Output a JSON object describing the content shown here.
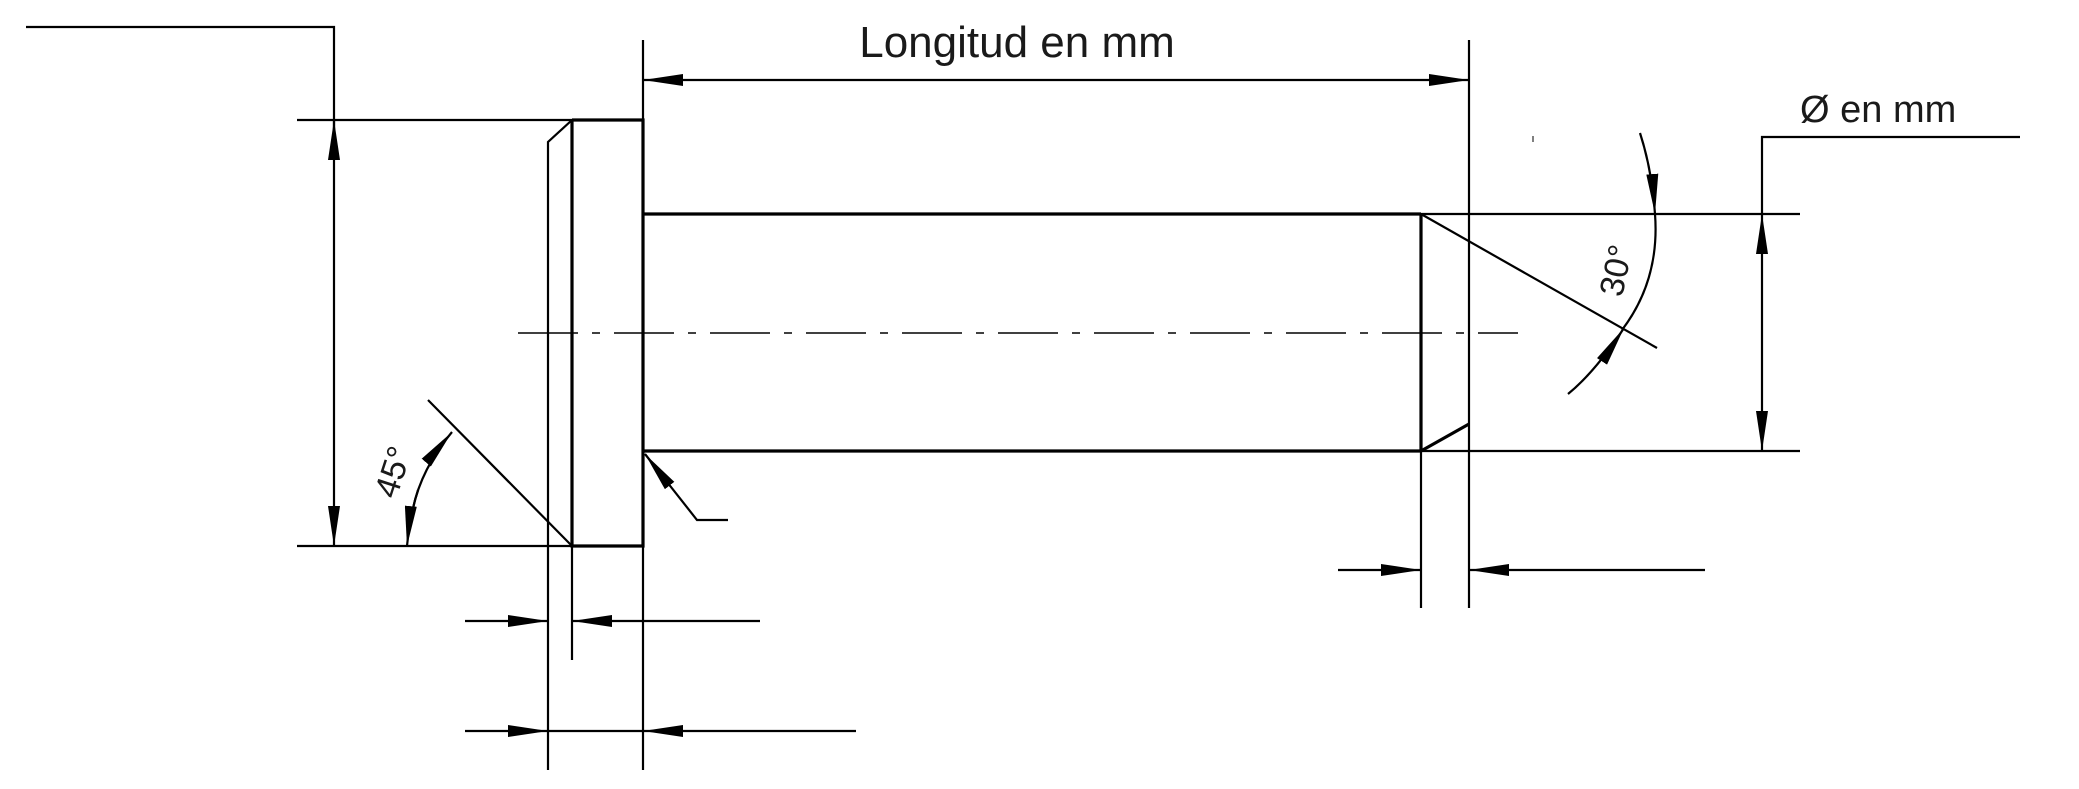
{
  "drawing": {
    "length_label": "Longitud en mm",
    "diameter_label": "Ø en mm",
    "head_chamfer_angle": "45°",
    "end_chamfer_angle": "30°"
  },
  "colors": {
    "line": "#000000",
    "background": "#ffffff"
  }
}
